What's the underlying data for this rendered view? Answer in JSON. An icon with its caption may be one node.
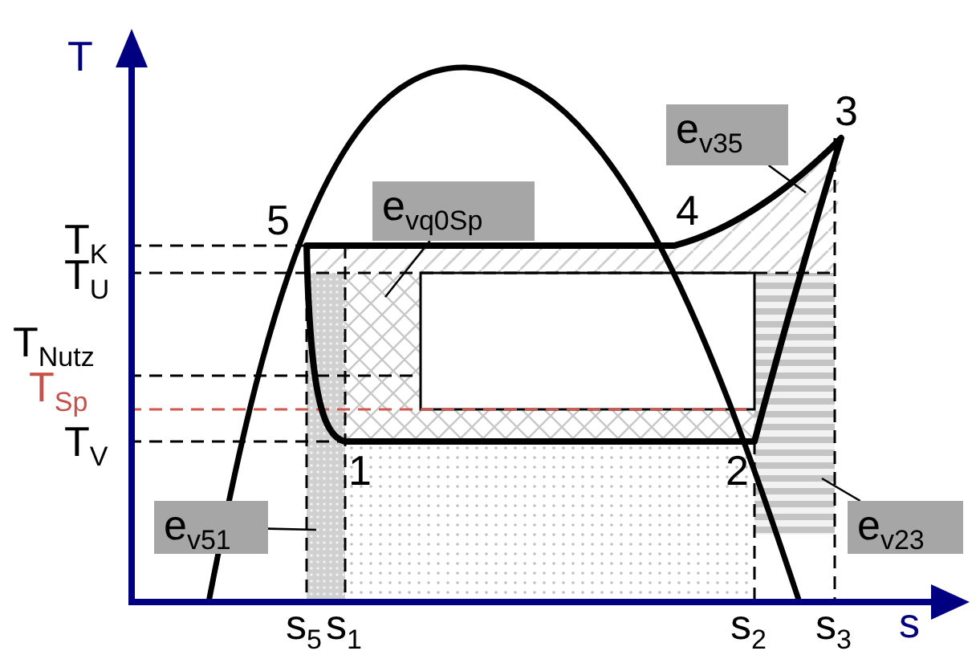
{
  "diagram": {
    "nodes": [
      {
        "text": [
          "e$_{vq0Sp}$"
        ]
      },
      {
        "text": [
          "e$_{v35}$"
        ]
      },
      {
        "text": [
          "e$_{v51}$"
        ]
      },
      {
        "text": [
          "e$_{v23}$"
        ]
      }
    ],
    "edges": [
      {
        "from": 0,
        "to": null,
        "arrow": "none"
      },
      {
        "from": 1,
        "to": null,
        "arrow": "none"
      },
      {
        "from": 2,
        "to": null,
        "arrow": "none"
      },
      {
        "from": 3,
        "to": null,
        "arrow": "none"
      }
    ],
    "labels": [
      "T",
      "3",
      "5",
      "4",
      "T$_{K}$",
      "T$_{U}$",
      "T$_{Nutz}$",
      "T$_{Sp}$",
      "T$_{V}$",
      "1",
      "2",
      "s$_{5}$",
      "s$_{1}$",
      "s$_{2}$",
      "s$_{3}$",
      "s"
    ]
  }
}
